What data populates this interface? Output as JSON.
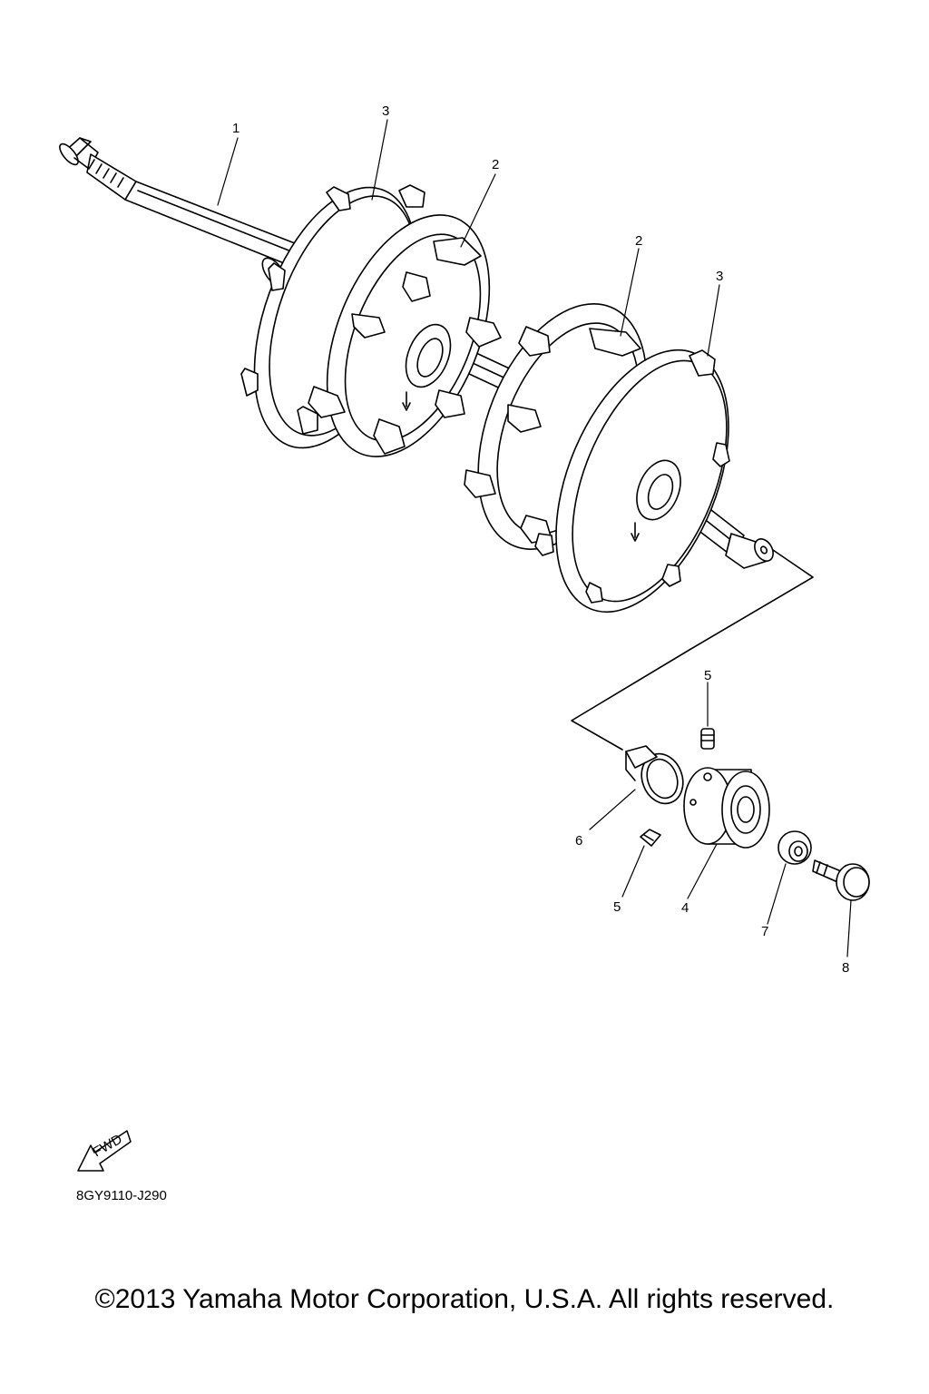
{
  "callouts": {
    "c1": "1",
    "c2a": "2",
    "c2b": "2",
    "c3a": "3",
    "c3b": "3",
    "c4": "4",
    "c5a": "5",
    "c5b": "5",
    "c6": "6",
    "c7": "7",
    "c8": "8"
  },
  "fwd_badge": "FWD",
  "diagram_code": "8GY9110-J290",
  "copyright": "©2013 Yamaha Motor Corporation, U.S.A. All rights reserved.",
  "colors": {
    "line": "#000000",
    "background": "#ffffff"
  },
  "icons": [
    "fwd-arrow-icon",
    "down-arrow-icon"
  ]
}
